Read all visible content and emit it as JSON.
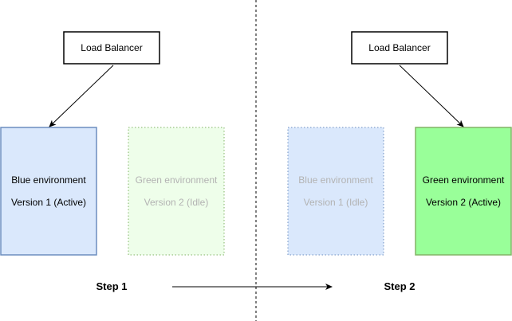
{
  "divider_color": "#000000",
  "step1": {
    "load_balancer": {
      "label": "Load Balancer"
    },
    "blue_env": {
      "title": "Blue environment",
      "version": "Version 1 (Active)",
      "state": "active",
      "fill": "#dae8fc",
      "stroke": "#6c8ebf",
      "text_color": "#000000"
    },
    "green_env": {
      "title": "Green environment",
      "version": "Version 2 (Idle)",
      "state": "idle",
      "fill": "#eefeea",
      "stroke": "#82b366",
      "text_color": "#b3b3b3"
    },
    "label": "Step 1",
    "arrow_target": "blue-environment"
  },
  "step2": {
    "load_balancer": {
      "label": "Load Balancer"
    },
    "blue_env": {
      "title": "Blue environment",
      "version": "Version 1 (Idle)",
      "state": "idle",
      "fill": "#dae8fc",
      "stroke": "#6c8ebf",
      "text_color": "#b3b3b3"
    },
    "green_env": {
      "title": "Green environment",
      "version": "Version 2 (Active)",
      "state": "active",
      "fill": "#99ff99",
      "stroke": "#82b366",
      "text_color": "#000000"
    },
    "label": "Step 2",
    "arrow_target": "green-environment"
  }
}
